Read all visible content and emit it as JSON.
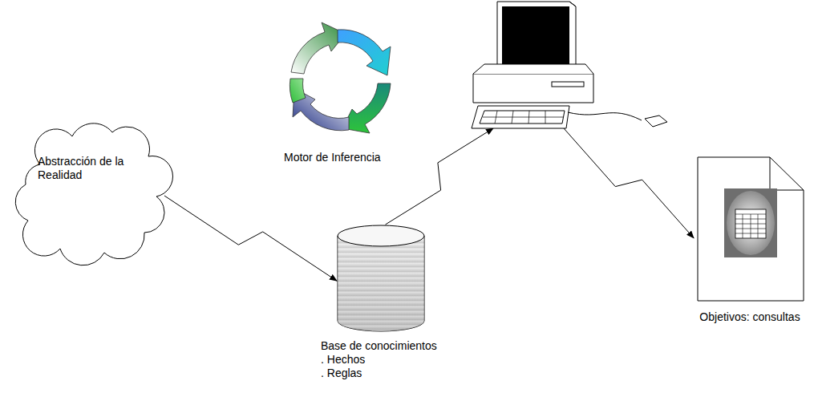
{
  "diagram": {
    "nodes": [
      {
        "text": [
          "Abstracción de la Realidad"
        ]
      },
      {
        "text": [
          "Base de conocimientos",
          ". Hechos",
          ". Reglas"
        ]
      },
      {
        "text": [
          "Motor de Inferencia"
        ]
      },
      {
        "text": [
          "Objetivos: consultas"
        ]
      }
    ],
    "edges": [
      {
        "from": 0,
        "to": 1,
        "arrow": "to"
      },
      {
        "from": 1,
        "to": 2,
        "arrow": "to"
      },
      {
        "from": 2,
        "to": 3,
        "arrow": "to"
      }
    ]
  }
}
